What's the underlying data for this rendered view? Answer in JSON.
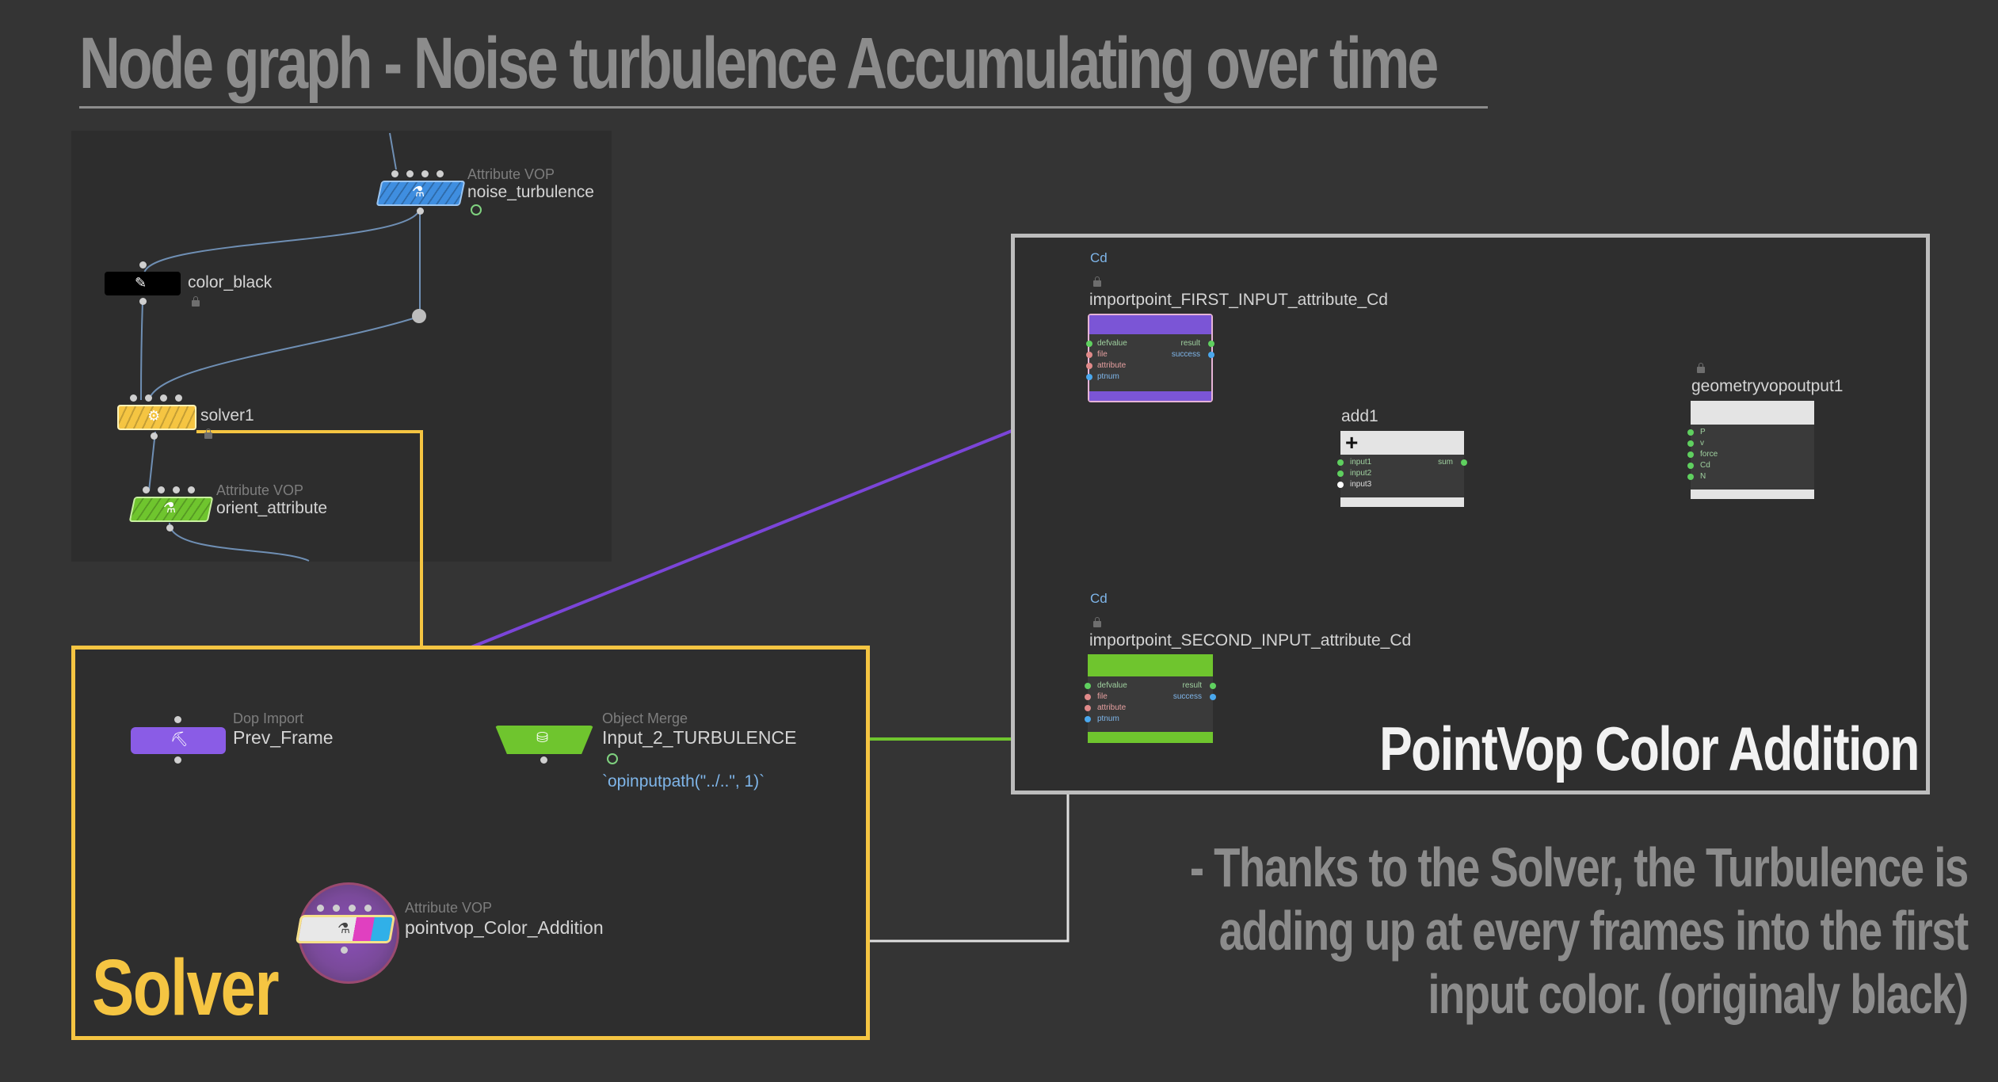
{
  "title": "Node graph - Noise turbulence Accumulating over time",
  "top_graph": {
    "noise_turbulence": {
      "type_label": "Attribute VOP",
      "name": "noise_turbulence",
      "color": "#3f8ee0"
    },
    "color_black": {
      "name": "color_black",
      "color": "#000000"
    },
    "solver1": {
      "name": "solver1",
      "color": "#f5c542"
    },
    "orient_attribute": {
      "type_label": "Attribute VOP",
      "name": "orient_attribute",
      "color": "#6fc52e"
    }
  },
  "solver_box": {
    "label": "Solver",
    "color": "#f5c542",
    "prev_frame": {
      "type_label": "Dop Import",
      "name": "Prev_Frame",
      "color": "#8a5ce6"
    },
    "input_2": {
      "type_label": "Object Merge",
      "name": "Input_2_TURBULENCE",
      "expression": "`opinputpath(\"../..\", 1)`",
      "color": "#6fc52e"
    },
    "pointvop": {
      "type_label": "Attribute VOP",
      "name": "pointvop_Color_Addition"
    }
  },
  "vop_box": {
    "label": "PointVop Color Addition",
    "first_import": {
      "attr": "Cd",
      "name": "importpoint_FIRST_INPUT_attribute_Cd",
      "color": "#7b55d6",
      "inputs": [
        "defvalue",
        "file",
        "attribute",
        "ptnum"
      ],
      "outputs": [
        "result",
        "success"
      ]
    },
    "second_import": {
      "attr": "Cd",
      "name": "importpoint_SECOND_INPUT_attribute_Cd",
      "color": "#6fc52e",
      "inputs": [
        "defvalue",
        "file",
        "attribute",
        "ptnum"
      ],
      "outputs": [
        "result",
        "success"
      ]
    },
    "add1": {
      "name": "add1",
      "inputs": [
        "input1",
        "input2",
        "input3"
      ],
      "outputs": [
        "sum"
      ]
    },
    "geo_output": {
      "name": "geometryvopoutput1",
      "inputs": [
        "P",
        "v",
        "force",
        "Cd",
        "N"
      ]
    }
  },
  "note": {
    "line1": "- Thanks to the Solver, the Turbulence is",
    "line2": "adding up at every frames into the first",
    "line3": "input color. (originaly black)"
  }
}
